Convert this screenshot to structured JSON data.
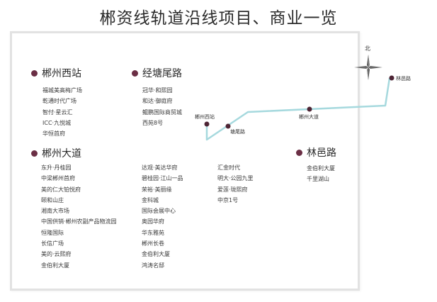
{
  "title": "郴资线轨道沿线项目、商业一览",
  "line_color": "#9fd6dc",
  "station_color": "#5a2a3c",
  "compass": {
    "label": "北"
  },
  "stations": [
    {
      "name": "郴州西站"
    },
    {
      "name": "塘尾路"
    },
    {
      "name": "郴州大道"
    },
    {
      "name": "林邑路"
    }
  ],
  "sections": {
    "chenzhou_west": {
      "title": "郴州西站",
      "items": [
        "福城美高梅广场",
        "乾通时代广场",
        "智付·星云汇",
        "ICC·九悦城",
        "华恒首府"
      ]
    },
    "jingtang_wei": {
      "title": "经塘尾路",
      "items": [
        "冠华·和熙园",
        "和达·御庭府",
        "鲲鹏国际商贸城",
        "西苑8号"
      ]
    },
    "chenzhou_avenue": {
      "title": "郴州大道",
      "col1": [
        "东升·丹桂园",
        "中梁郴州首府",
        "美的仁大铂悦府",
        "颐和山庄",
        "湘南大市场",
        "中国供销·郴州农副产品物流园",
        "恒隆国际",
        "长信广场",
        "美的·云熙府",
        "金伯利大厦"
      ],
      "col2": [
        "达观·美达华府",
        "碧桂园·江山一品",
        "荣裕·美丽缘",
        "金科城",
        "国际会展中心",
        "奥园华府",
        "华东雅苑",
        "郴州长卷",
        "金伯利大厦",
        "鸿涛名邸"
      ],
      "col3": [
        "汇金时代",
        "明大·公园九里",
        "爱莲·珑熙府",
        "中京1号"
      ]
    },
    "linyi_road": {
      "title": "林邑路",
      "items": [
        "金伯利大厦",
        "千里湖山"
      ]
    }
  }
}
